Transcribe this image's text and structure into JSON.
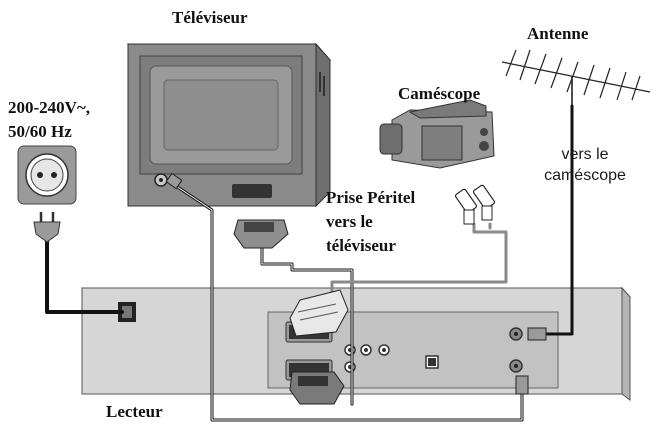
{
  "labels": {
    "tv": "Téléviseur",
    "power_line1": "200-240V~,",
    "power_line2": "50/60 Hz",
    "camcorder": "Caméscope",
    "antenna": "Antenne",
    "to_camcorder_line1": "vers le",
    "to_camcorder_line2": "caméscope",
    "scart_line1": "Prise Péritel",
    "scart_line2": "vers le",
    "scart_line3": "téléviseur",
    "player": "Lecteur"
  },
  "colors": {
    "device_gray": "#8c8c8c",
    "device_dark": "#5a5a5a",
    "player_body": "#d6d6d6",
    "cable": "#111111",
    "cable_gray": "#8a8a8a"
  },
  "icons": [
    "television-icon",
    "power-outlet-icon",
    "power-plug-icon",
    "camcorder-icon",
    "antenna-icon",
    "scart-plug-icon",
    "rca-plug-icon",
    "coax-plug-icon",
    "player-icon"
  ]
}
